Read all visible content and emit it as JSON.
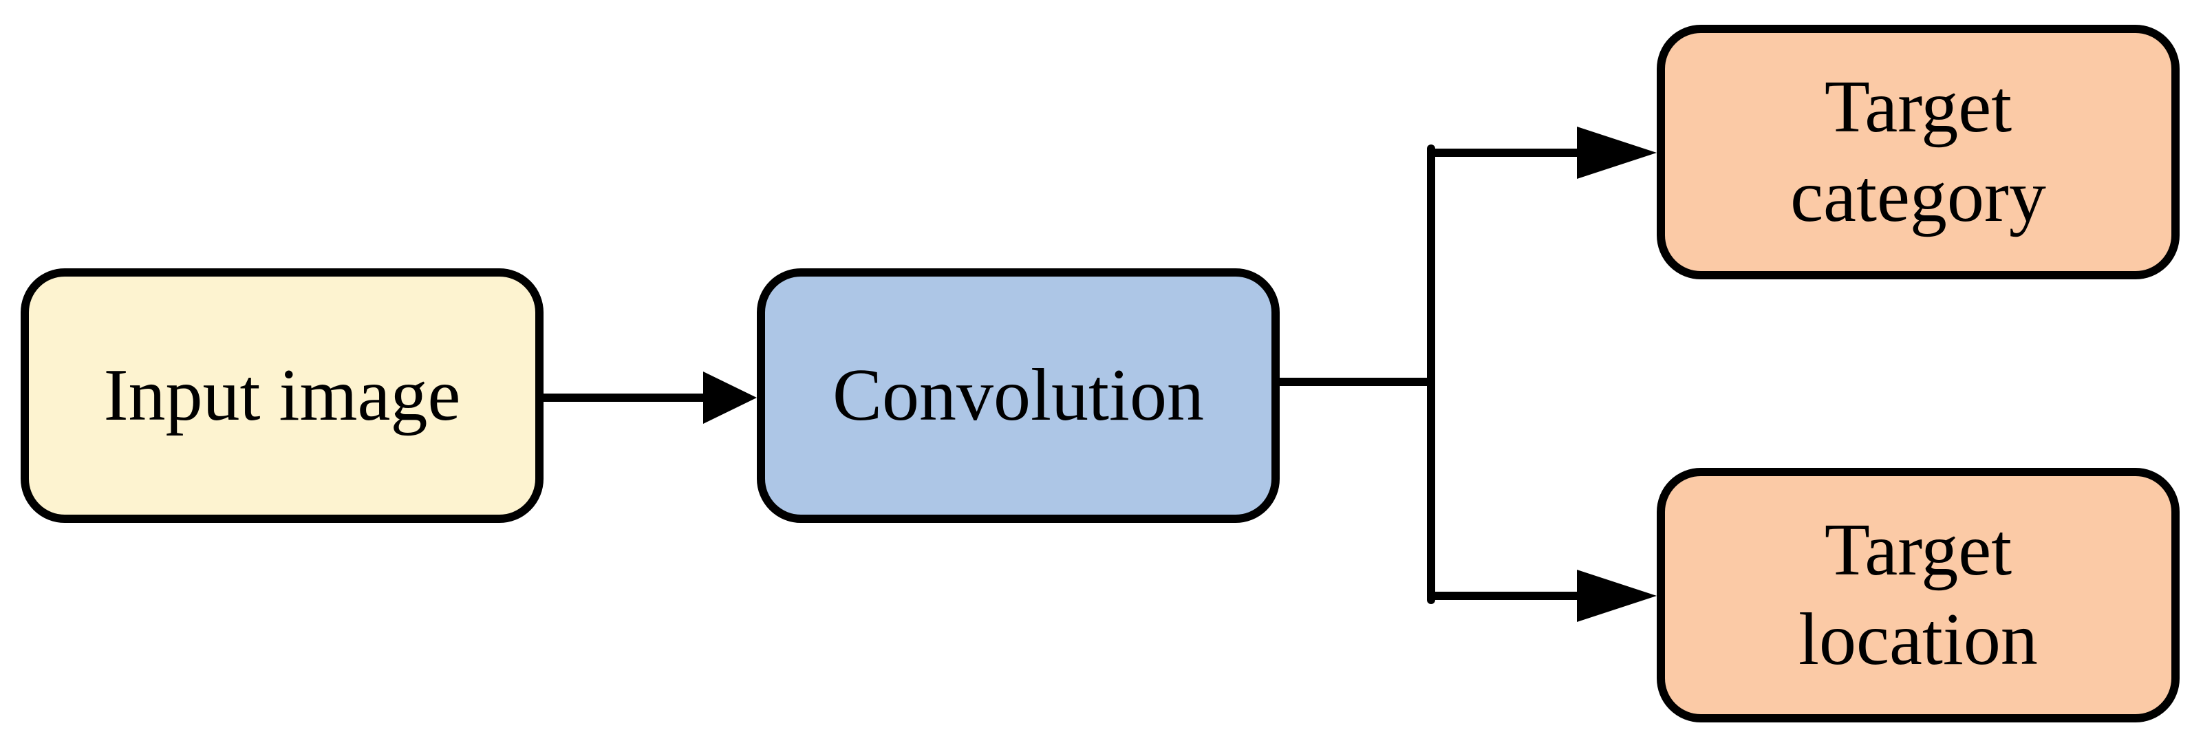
{
  "nodes": {
    "input": {
      "label": "Input image",
      "color": "#fdf3d0"
    },
    "convolution": {
      "label": "Convolution",
      "color": "#adc6e6"
    },
    "category": {
      "line1": "Target",
      "line2": "category",
      "color": "#fbcaa6"
    },
    "location": {
      "line1": "Target",
      "line2": "location",
      "color": "#fbcaa6"
    }
  },
  "edges": [
    {
      "from": "input",
      "to": "convolution"
    },
    {
      "from": "convolution",
      "to": "category"
    },
    {
      "from": "convolution",
      "to": "location"
    }
  ],
  "style": {
    "stroke_color": "#000000",
    "text_color": "#000000"
  }
}
